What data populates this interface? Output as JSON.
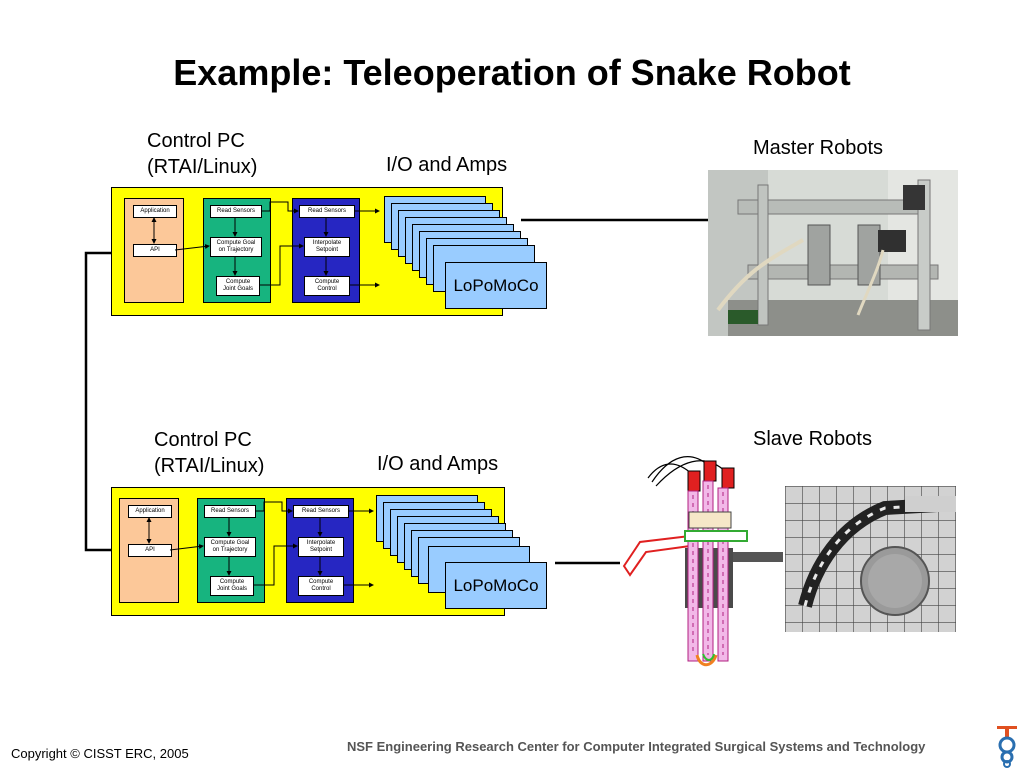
{
  "slide": {
    "title": "Example: Teleoperation of Snake Robot",
    "copyright": "Copyright © CISST ERC, 2005",
    "footer": "NSF Engineering Research Center for Computer Integrated Surgical Systems and Technology"
  },
  "top": {
    "control_pc_line1": "Control PC",
    "control_pc_line2": "(RTAI/Linux)",
    "io_label": "I/O and Amps",
    "robots_label": "Master Robots",
    "card_label": "LoPoMoCo"
  },
  "bottom": {
    "control_pc_line1": "Control PC",
    "control_pc_line2": "(RTAI/Linux)",
    "io_label": "I/O and Amps",
    "robots_label": "Slave Robots",
    "card_label": "LoPoMoCo"
  },
  "blocks": {
    "application": "Application",
    "api": "API",
    "read_sensors": "Read Sensors",
    "compute_goal_1": "Compute Goal",
    "compute_goal_2": "on Trajectory",
    "compute_joint_1": "Compute",
    "compute_joint_2": "Joint Goals",
    "interpolate_1": "Interpolate",
    "interpolate_2": "Setpoint",
    "compute_control_1": "Compute",
    "compute_control_2": "Control"
  },
  "colors": {
    "pc_background": "#ffff00",
    "application_column": "#fcc899",
    "trajectory_column": "#17b47f",
    "control_column": "#2626c2",
    "io_card": "#99ccff",
    "snake_tube": "#f2b8e8",
    "snake_actuator": "#e02020"
  }
}
